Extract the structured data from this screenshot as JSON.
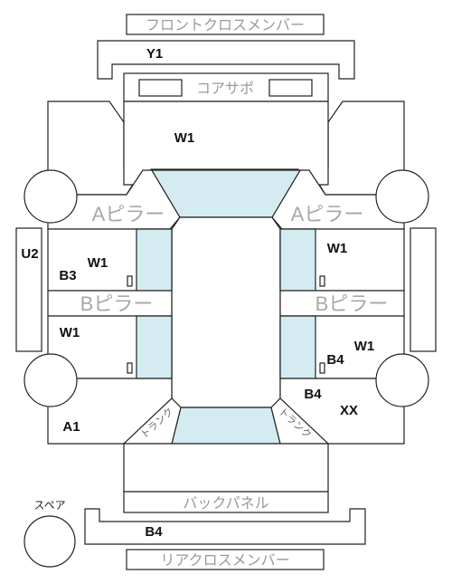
{
  "panels": {
    "front_cross_member": "フロントクロスメンバー",
    "core_support": "コアサポ",
    "a_pillar_left": "Aピラー",
    "a_pillar_right": "Aピラー",
    "b_pillar_left": "Bピラー",
    "b_pillar_right": "Bピラー",
    "back_panel": "バックパネル",
    "rear_cross_member": "リアクロスメンバー",
    "spare": "スペア",
    "trunk_left": "トランク",
    "trunk_right": "トランク"
  },
  "damage_codes": {
    "y1": "Y1",
    "w1_hood": "W1",
    "u2": "U2",
    "w1_left_front_door": "W1",
    "b3_left_front_door": "B3",
    "w1_right_front_door": "W1",
    "w1_left_rear_door": "W1",
    "w1_right_rear_door": "W1",
    "b4_right_rear_door": "B4",
    "b4_right_rear_fender": "B4",
    "xx_right_rear_fender": "XX",
    "a1_left_rear_fender": "A1",
    "b4_rear_bumper": "B4"
  },
  "colors": {
    "outline": "#222222",
    "glass": "#d4ebf2",
    "panel_label": "#9a9a9a",
    "code_text": "#111111"
  }
}
